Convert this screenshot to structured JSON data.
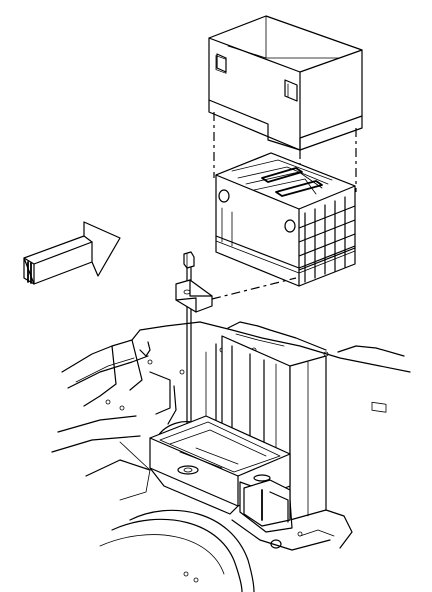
{
  "diagram": {
    "parts": [
      "battery-insulator-cover",
      "battery",
      "battery-hold-down-bolt",
      "battery-hold-down-retainer",
      "battery-tray",
      "vehicle-body-structure"
    ],
    "direction_arrow": "forward-arrow-icon"
  }
}
